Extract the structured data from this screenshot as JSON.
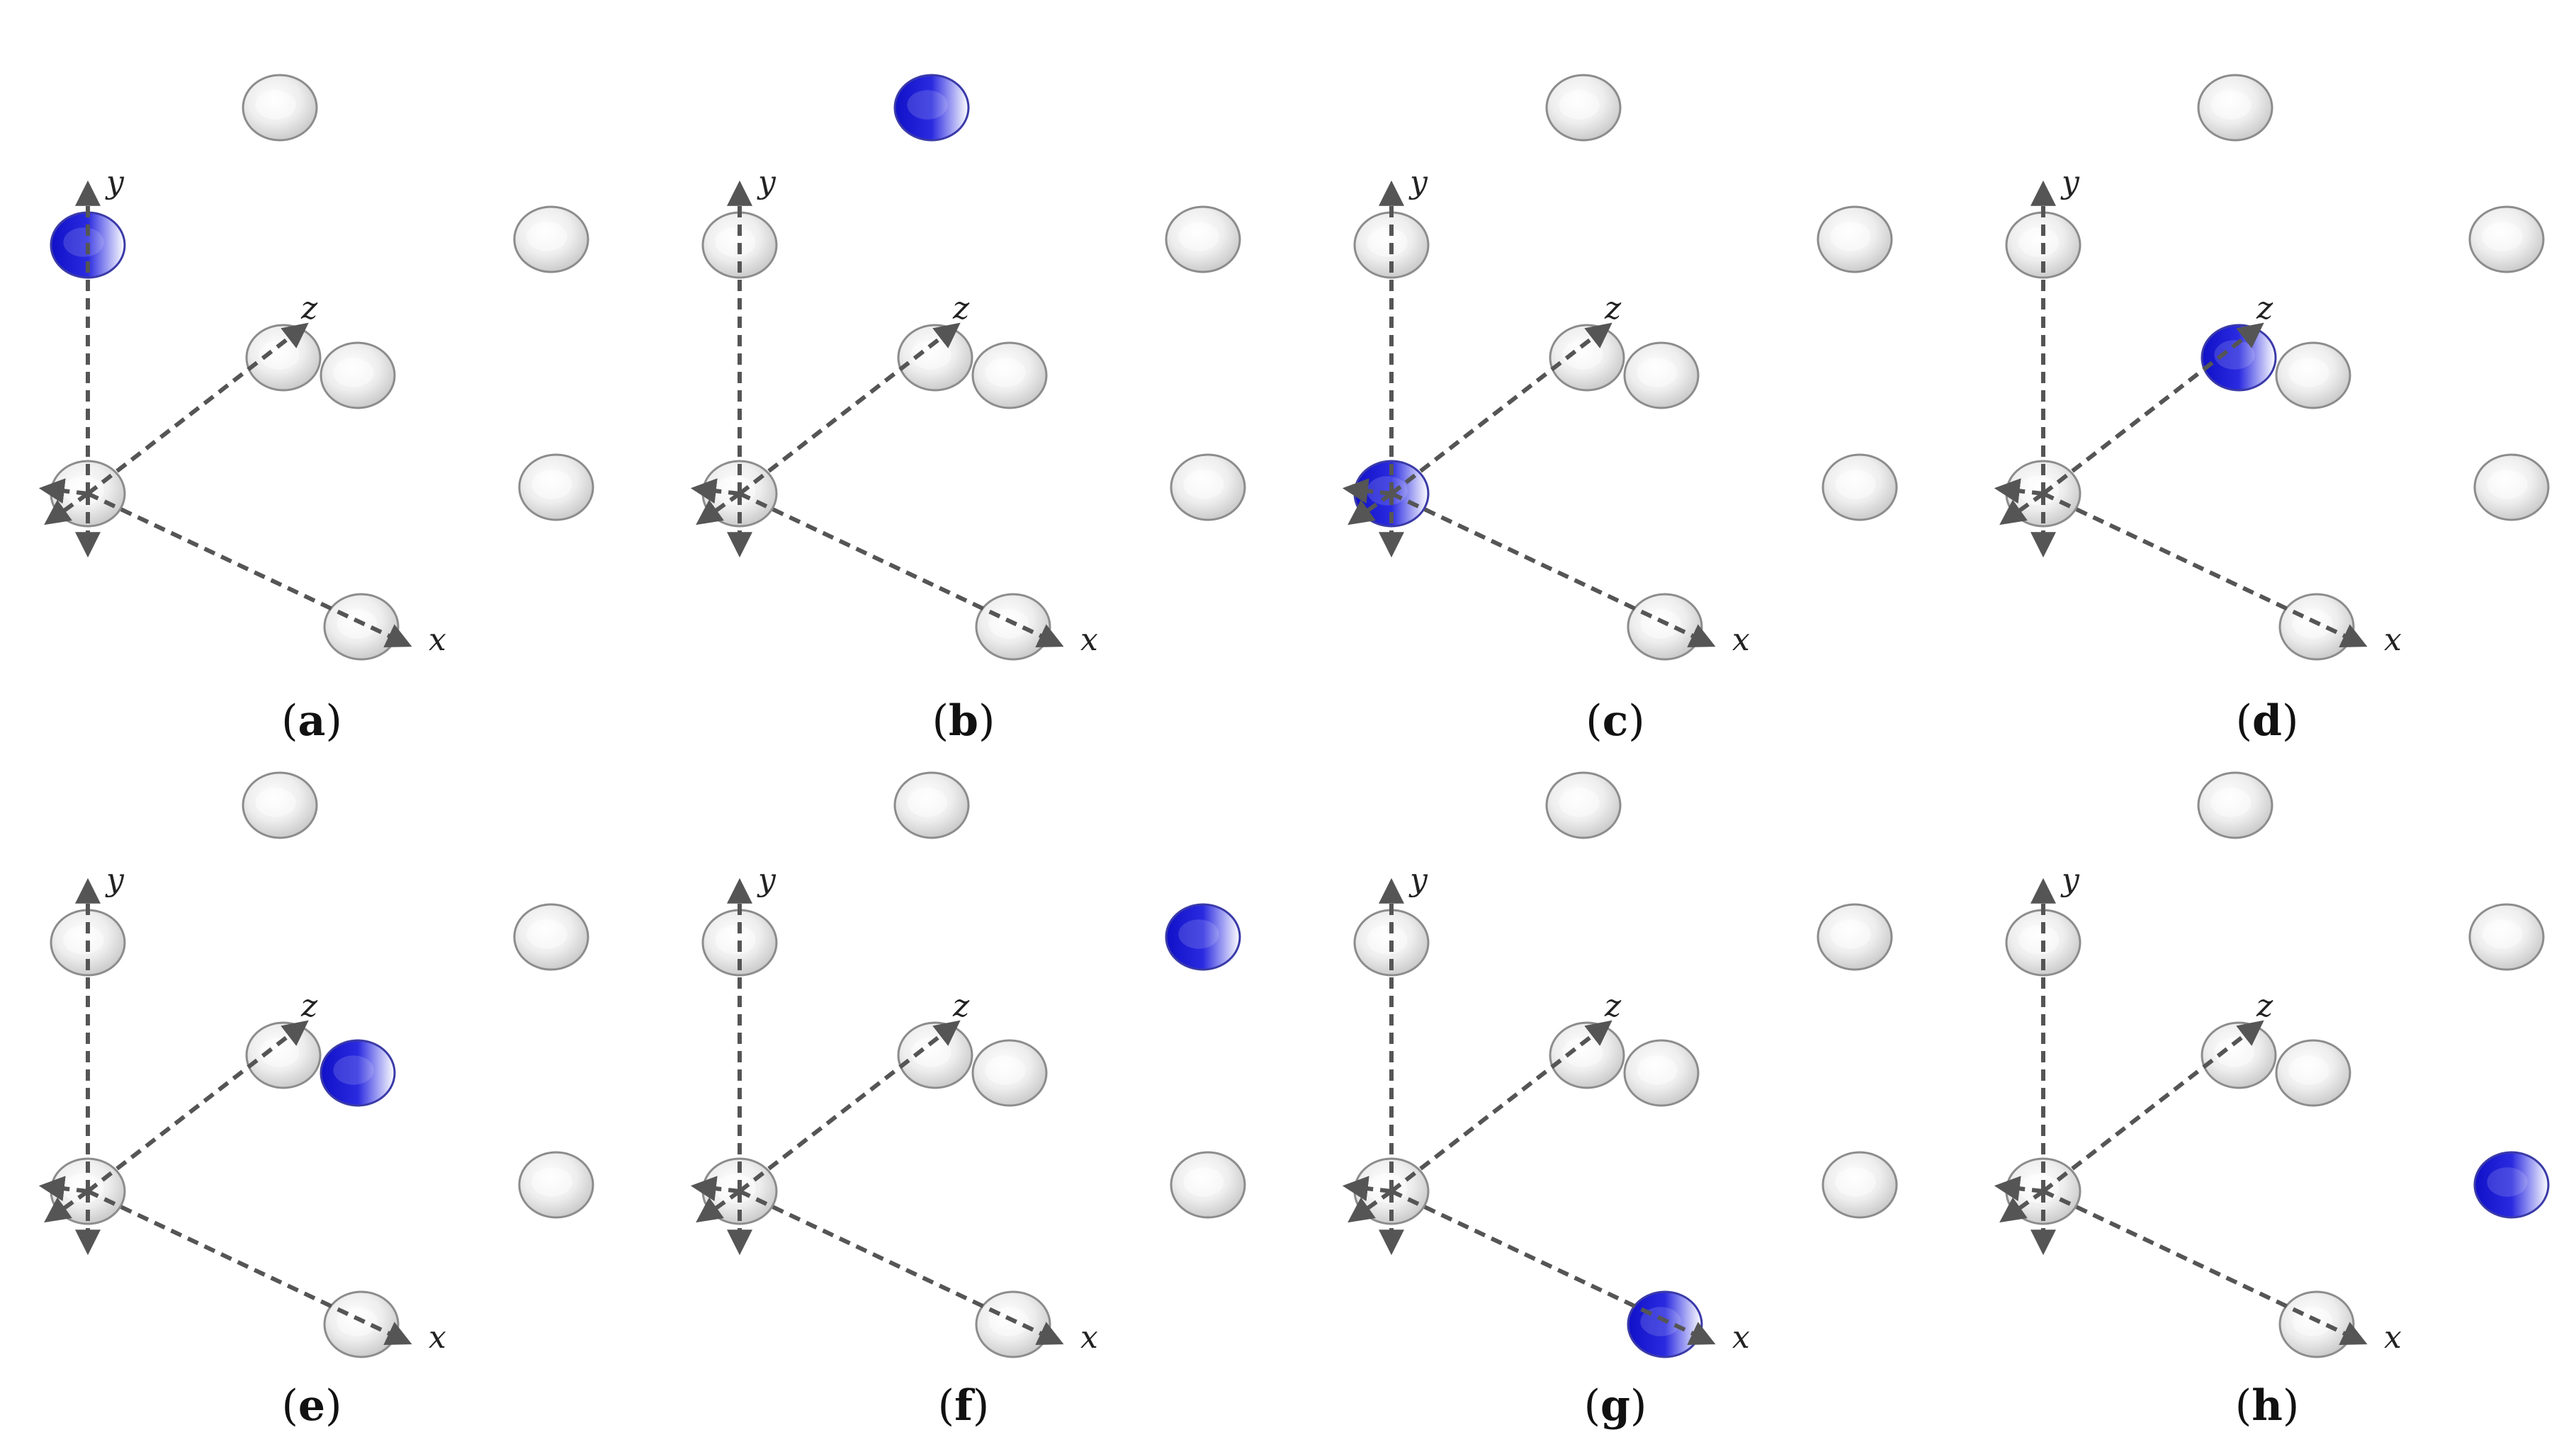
{
  "axes": {
    "x_label": "x",
    "y_label": "y",
    "z_label": "z"
  },
  "colors": {
    "highlight": "#1f1fd6",
    "atom": "#e6e6e6",
    "atom_outline": "#8c8c8c",
    "axis": "#555555"
  },
  "panels": [
    {
      "letter": "a",
      "open": "(",
      "close": ")",
      "highlighted_atom": "left-top-atom"
    },
    {
      "letter": "b",
      "open": "(",
      "close": ")",
      "highlighted_atom": "top-atom"
    },
    {
      "letter": "c",
      "open": "(",
      "close": ")",
      "highlighted_atom": "origin-atom"
    },
    {
      "letter": "d",
      "open": "(",
      "close": ")",
      "highlighted_atom": "center-back-atom"
    },
    {
      "letter": "e",
      "open": "(",
      "close": ")",
      "highlighted_atom": "center-front-atom"
    },
    {
      "letter": "f",
      "open": "(",
      "close": ")",
      "highlighted_atom": "right-top-atom"
    },
    {
      "letter": "g",
      "open": "(",
      "close": ")",
      "highlighted_atom": "x-end-atom"
    },
    {
      "letter": "h",
      "open": "(",
      "close": ")",
      "highlighted_atom": "right-bottom-atom"
    }
  ]
}
